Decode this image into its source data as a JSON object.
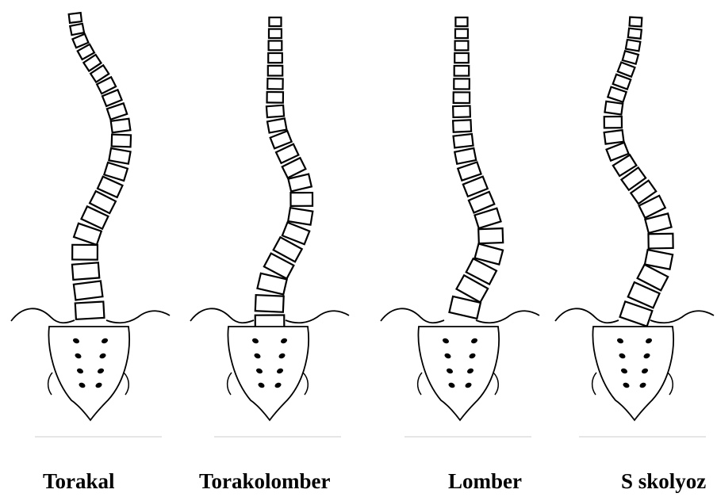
{
  "figure": {
    "types": [
      {
        "id": "torakal",
        "label": "Torakal"
      },
      {
        "id": "torakolomber",
        "label": "Torakolomber"
      },
      {
        "id": "lomber",
        "label": "Lomber"
      },
      {
        "id": "s-skolyoz",
        "label": "S skolyoz"
      }
    ],
    "colors": {
      "stroke": "#000000",
      "background": "#ffffff",
      "faint_line": "#dddddd"
    }
  }
}
